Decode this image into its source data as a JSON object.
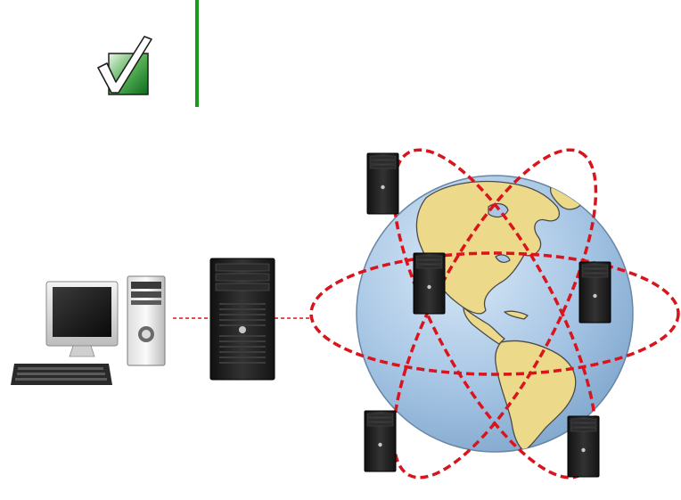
{
  "note": {
    "icon": "checkmark-note-icon",
    "bar_color": "#1a9a1a",
    "text": ""
  },
  "diagram": {
    "nodes": [
      {
        "id": "client",
        "label": "",
        "icon": "desktop-computer-icon"
      },
      {
        "id": "gateway",
        "label": "",
        "icon": "tower-server-icon"
      },
      {
        "id": "internet",
        "label": "",
        "icon": "globe-icon"
      },
      {
        "id": "server-1",
        "label": "",
        "icon": "tower-server-icon"
      },
      {
        "id": "server-2",
        "label": "",
        "icon": "tower-server-icon"
      },
      {
        "id": "server-3",
        "label": "",
        "icon": "tower-server-icon"
      },
      {
        "id": "server-4",
        "label": "",
        "icon": "tower-server-icon"
      },
      {
        "id": "server-5",
        "label": "",
        "icon": "tower-server-icon"
      }
    ],
    "links": [
      {
        "from": "client",
        "to": "gateway",
        "style": "dashed"
      },
      {
        "from": "gateway",
        "to": "internet",
        "style": "dashed"
      }
    ],
    "link_color": "#d9141c",
    "ocean_color": "#aac8e6",
    "land_color": "#ecd98a"
  }
}
